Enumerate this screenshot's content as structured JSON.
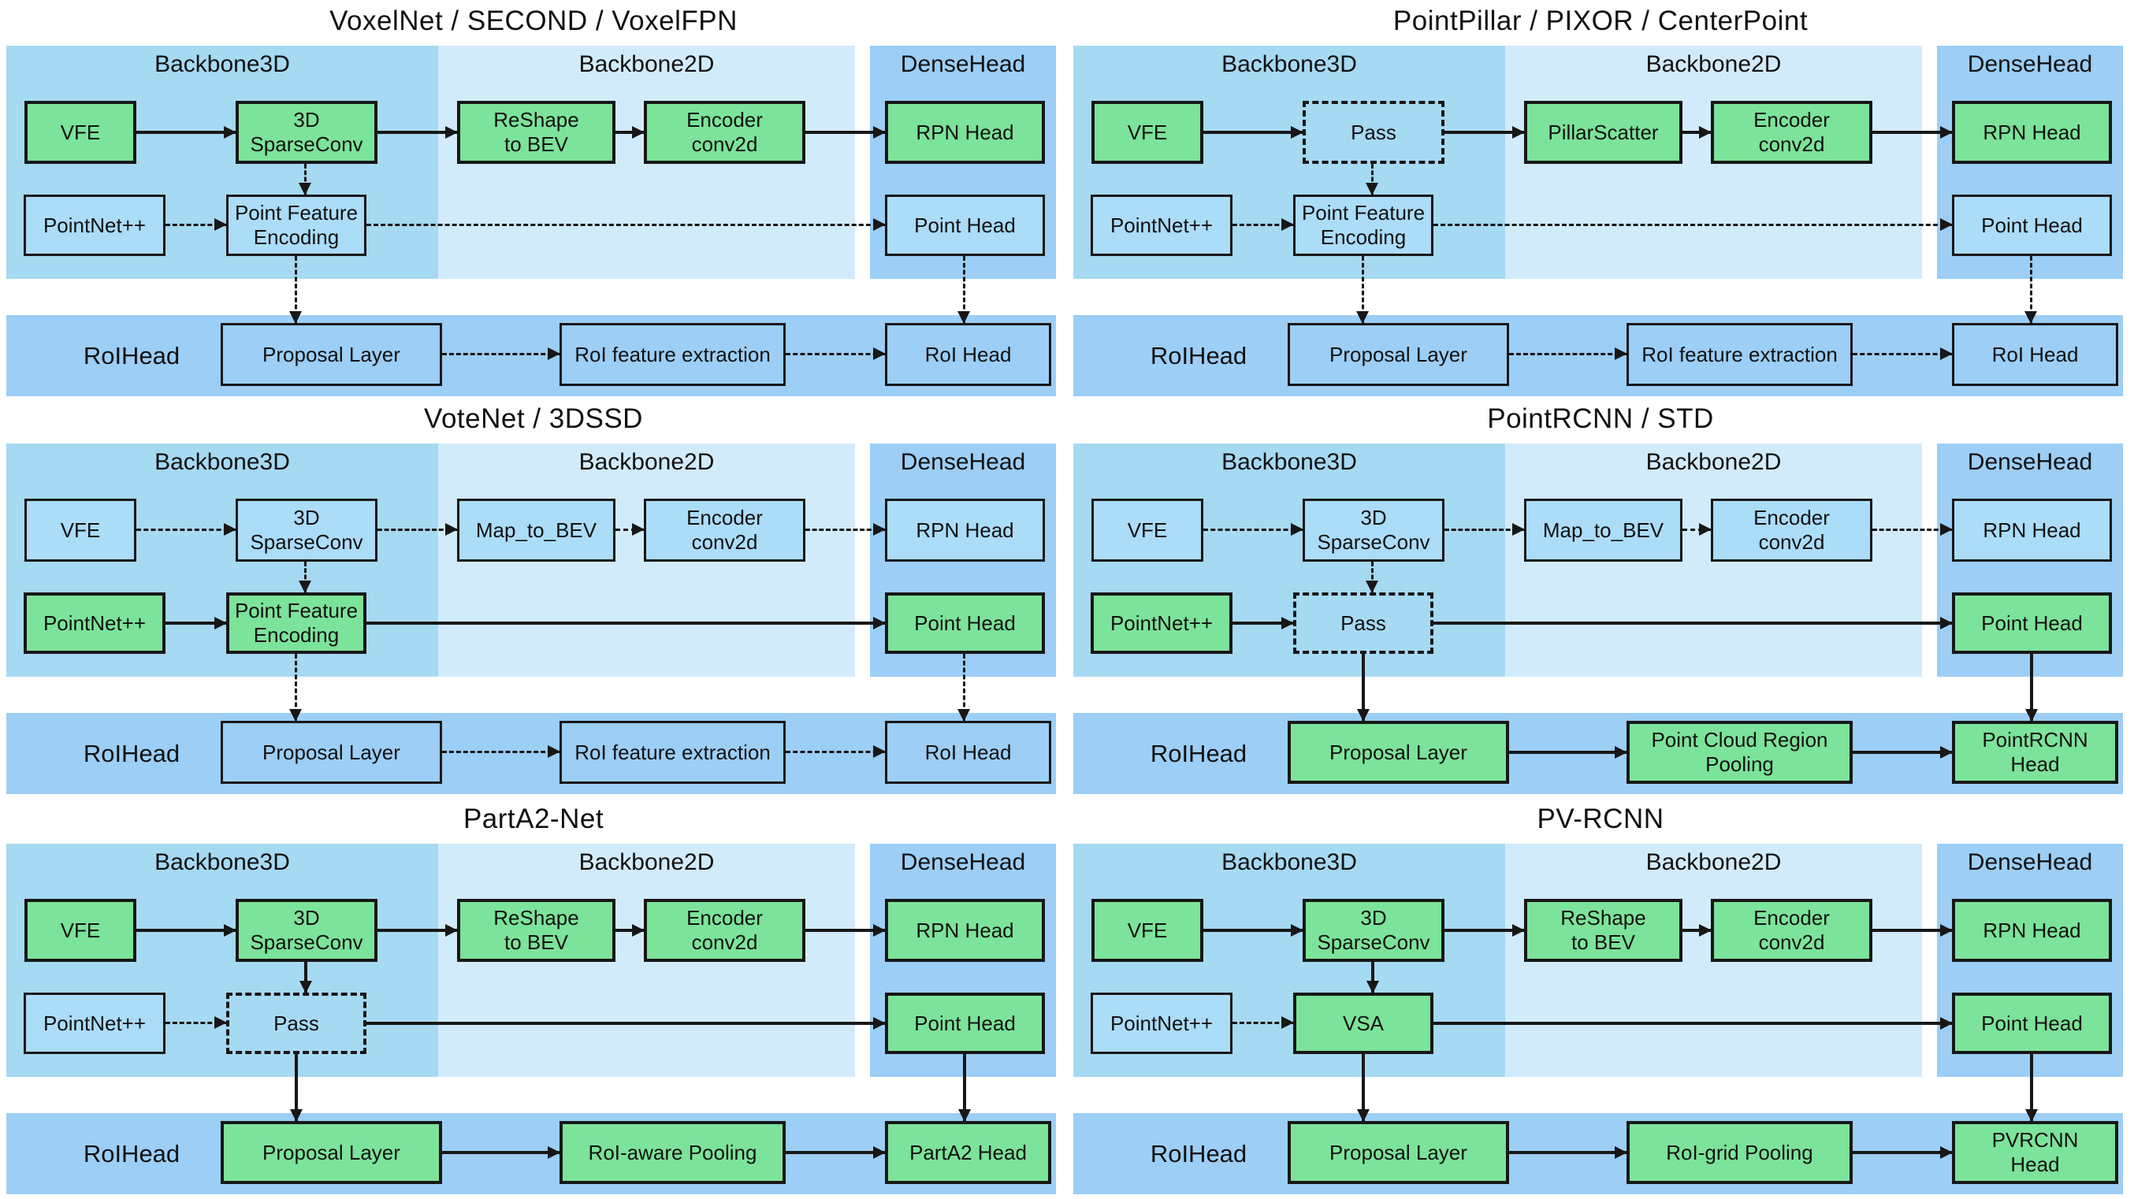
{
  "colors": {
    "backbone3d_bg": "#A6D9F2",
    "backbone2d_bg": "#D2EBFB",
    "densehead_bg": "#9CCEF6",
    "roihead_bg": "#9CCEF6",
    "box_blue_fill": "#ABDCF8",
    "green_fill": "#7CE39A",
    "line": "#171717"
  },
  "sections": {
    "backbone3d": "Backbone3D",
    "backbone2d": "Backbone2D",
    "densehead": "DenseHead",
    "roihead": "RoIHead"
  },
  "panels": [
    {
      "title": "VoxelNet / SECOND / VoxelFPN",
      "row1": [
        {
          "label": "VFE",
          "style": "green"
        },
        {
          "label": "3D\nSparseConv",
          "style": "green"
        },
        {
          "label": "ReShape\nto BEV",
          "style": "green"
        },
        {
          "label": "Encoder\nconv2d",
          "style": "green"
        },
        {
          "label": "RPN Head",
          "style": "green"
        }
      ],
      "row2": [
        {
          "label": "PointNet++",
          "style": "plain"
        },
        {
          "label": "Point Feature\nEncoding",
          "style": "plain"
        },
        {
          "label": "Point Head",
          "style": "plain"
        }
      ],
      "roi": [
        {
          "label": "Proposal Layer",
          "style": "roi-plain"
        },
        {
          "label": "RoI feature extraction",
          "style": "roi-plain"
        },
        {
          "label": "RoI Head",
          "style": "roi-plain"
        }
      ],
      "arrows": {
        "r1a1": "solid",
        "r1a2": "solid",
        "r1a3": "solid",
        "r1a4": "solid",
        "r2a1": "dashed",
        "r2a2": "dashed",
        "v1": "dashed",
        "v2": "dashed",
        "v3": "dashed",
        "ra1": "dashed",
        "ra2": "dashed"
      }
    },
    {
      "title": "PointPillar / PIXOR / CenterPoint",
      "row1": [
        {
          "label": "VFE",
          "style": "green"
        },
        {
          "label": "Pass",
          "style": "pass"
        },
        {
          "label": "PillarScatter",
          "style": "green"
        },
        {
          "label": "Encoder\nconv2d",
          "style": "green"
        },
        {
          "label": "RPN Head",
          "style": "green"
        }
      ],
      "row2": [
        {
          "label": "PointNet++",
          "style": "plain"
        },
        {
          "label": "Point Feature\nEncoding",
          "style": "plain"
        },
        {
          "label": "Point Head",
          "style": "plain"
        }
      ],
      "roi": [
        {
          "label": "Proposal Layer",
          "style": "roi-plain"
        },
        {
          "label": "RoI feature extraction",
          "style": "roi-plain"
        },
        {
          "label": "RoI Head",
          "style": "roi-plain"
        }
      ],
      "arrows": {
        "r1a1": "solid",
        "r1a2": "solid",
        "r1a3": "solid",
        "r1a4": "solid",
        "r2a1": "dashed",
        "r2a2": "dashed",
        "v1": "dashed",
        "v2": "dashed",
        "v3": "dashed",
        "ra1": "dashed",
        "ra2": "dashed"
      }
    },
    {
      "title": "VoteNet / 3DSSD",
      "row1": [
        {
          "label": "VFE",
          "style": "plain"
        },
        {
          "label": "3D\nSparseConv",
          "style": "plain"
        },
        {
          "label": "Map_to_BEV",
          "style": "plain"
        },
        {
          "label": "Encoder\nconv2d",
          "style": "plain"
        },
        {
          "label": "RPN Head",
          "style": "plain"
        }
      ],
      "row2": [
        {
          "label": "PointNet++",
          "style": "green"
        },
        {
          "label": "Point Feature\nEncoding",
          "style": "green"
        },
        {
          "label": "Point Head",
          "style": "green"
        }
      ],
      "roi": [
        {
          "label": "Proposal Layer",
          "style": "roi-plain"
        },
        {
          "label": "RoI feature extraction",
          "style": "roi-plain"
        },
        {
          "label": "RoI Head",
          "style": "roi-plain"
        }
      ],
      "arrows": {
        "r1a1": "dashed",
        "r1a2": "dashed",
        "r1a3": "dashed",
        "r1a4": "dashed",
        "r2a1": "solid",
        "r2a2": "solid",
        "v1": "dashed",
        "v2": "dashed",
        "v3": "dashed",
        "ra1": "dashed",
        "ra2": "dashed"
      }
    },
    {
      "title": "PointRCNN / STD",
      "row1": [
        {
          "label": "VFE",
          "style": "plain"
        },
        {
          "label": "3D\nSparseConv",
          "style": "plain"
        },
        {
          "label": "Map_to_BEV",
          "style": "plain"
        },
        {
          "label": "Encoder\nconv2d",
          "style": "plain"
        },
        {
          "label": "RPN Head",
          "style": "plain"
        }
      ],
      "row2": [
        {
          "label": "PointNet++",
          "style": "green"
        },
        {
          "label": "Pass",
          "style": "pass"
        },
        {
          "label": "Point Head",
          "style": "green"
        }
      ],
      "roi": [
        {
          "label": "Proposal Layer",
          "style": "roi-green"
        },
        {
          "label": "Point Cloud Region\nPooling",
          "style": "roi-green"
        },
        {
          "label": "PointRCNN\nHead",
          "style": "roi-green"
        }
      ],
      "arrows": {
        "r1a1": "dashed",
        "r1a2": "dashed",
        "r1a3": "dashed",
        "r1a4": "dashed",
        "r2a1": "solid",
        "r2a2": "solid",
        "v1": "dashed",
        "v2": "solid",
        "v3": "solid",
        "ra1": "solid",
        "ra2": "solid"
      }
    },
    {
      "title": "PartA2-Net",
      "row1": [
        {
          "label": "VFE",
          "style": "green"
        },
        {
          "label": "3D\nSparseConv",
          "style": "green"
        },
        {
          "label": "ReShape\nto BEV",
          "style": "green"
        },
        {
          "label": "Encoder\nconv2d",
          "style": "green"
        },
        {
          "label": "RPN Head",
          "style": "green"
        }
      ],
      "row2": [
        {
          "label": "PointNet++",
          "style": "plain"
        },
        {
          "label": "Pass",
          "style": "pass"
        },
        {
          "label": "Point Head",
          "style": "green"
        }
      ],
      "roi": [
        {
          "label": "Proposal Layer",
          "style": "roi-green"
        },
        {
          "label": "RoI-aware Pooling",
          "style": "roi-green"
        },
        {
          "label": "PartA2 Head",
          "style": "roi-green"
        }
      ],
      "arrows": {
        "r1a1": "solid",
        "r1a2": "solid",
        "r1a3": "solid",
        "r1a4": "solid",
        "r2a1": "dashed",
        "r2a2": "solid",
        "v1": "solid",
        "v2": "solid",
        "v3": "solid",
        "ra1": "solid",
        "ra2": "solid"
      }
    },
    {
      "title": "PV-RCNN",
      "row1": [
        {
          "label": "VFE",
          "style": "green"
        },
        {
          "label": "3D\nSparseConv",
          "style": "green"
        },
        {
          "label": "ReShape\nto BEV",
          "style": "green"
        },
        {
          "label": "Encoder\nconv2d",
          "style": "green"
        },
        {
          "label": "RPN Head",
          "style": "green"
        }
      ],
      "row2": [
        {
          "label": "PointNet++",
          "style": "plain"
        },
        {
          "label": "VSA",
          "style": "green"
        },
        {
          "label": "Point Head",
          "style": "green"
        }
      ],
      "roi": [
        {
          "label": "Proposal Layer",
          "style": "roi-green"
        },
        {
          "label": "RoI-grid Pooling",
          "style": "roi-green"
        },
        {
          "label": "PVRCNN\nHead",
          "style": "roi-green"
        }
      ],
      "arrows": {
        "r1a1": "solid",
        "r1a2": "solid",
        "r1a3": "solid",
        "r1a4": "solid",
        "r2a1": "dashed",
        "r2a2": "solid",
        "v1": "solid",
        "v2": "solid",
        "v3": "solid",
        "ra1": "solid",
        "ra2": "solid"
      }
    }
  ]
}
